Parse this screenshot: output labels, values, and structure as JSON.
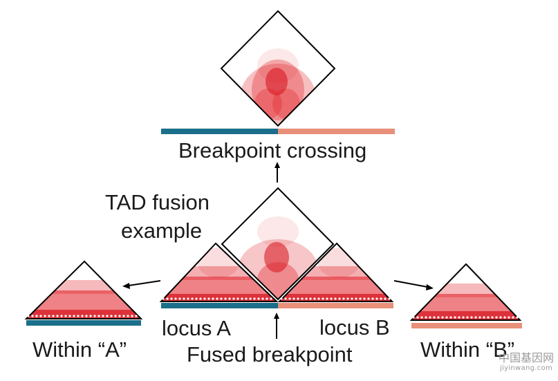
{
  "labels": {
    "breakpoint_crossing": "Breakpoint crossing",
    "tad_fusion_line1": "TAD fusion",
    "tad_fusion_line2": "example",
    "locus_a": "locus A",
    "locus_b": "locus B",
    "fused_breakpoint": "Fused breakpoint",
    "within_a": "Within “A”",
    "within_b": "Within “B”"
  },
  "watermark": {
    "text_cn": "中国基因网",
    "url": "jiyinwang.com"
  },
  "colors": {
    "locus_a": "#1b6f8a",
    "locus_b": "#e8907a",
    "heat": "#e01b22",
    "outline": "#000000"
  }
}
